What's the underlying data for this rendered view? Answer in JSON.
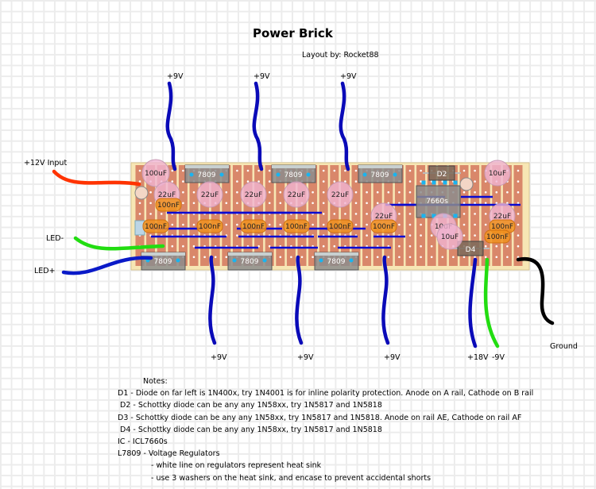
{
  "header": {
    "title": "Power Brick",
    "author": "Layout by:  Rocket88"
  },
  "wire_labels": {
    "input_12v": "+12V Input",
    "led_minus": "LED-",
    "led_plus": "LED+",
    "top_9v": [
      "+9V",
      "+9V",
      "+9V"
    ],
    "bottom_9v": [
      "+9V",
      "+9V",
      "+9V"
    ],
    "plus_18v": "+18V",
    "minus_9v": "-9V",
    "ground": "Ground"
  },
  "wire_colors": {
    "input": "#ff3300",
    "led_minus": "#22dd11",
    "led_plus": "#0a1ac8",
    "output_9v": "#0a0ab8",
    "plus_18v": "#0a0ab8",
    "minus_9v": "#22dd11",
    "ground": "#000000"
  },
  "board": {
    "regulators_top": [
      "7809",
      "7809",
      "7809"
    ],
    "regulators_bottom": [
      "7809",
      "7809",
      "7809"
    ],
    "ic": "7660s",
    "diodes": [
      "D2",
      "D4"
    ],
    "caps_electrolytic": [
      "100uF",
      "22uF",
      "22uF",
      "22uF",
      "22uF",
      "22uF",
      "22uF",
      "10uF",
      "10uF",
      "10uF",
      "22uF"
    ],
    "caps_ceramic": [
      "100nF",
      "100nF",
      "100nF",
      "100nF",
      "100nF",
      "100nF",
      "100nF",
      "100nF",
      "100nF"
    ],
    "colors": {
      "board": "#f7e6b4",
      "strip": "#d9876a",
      "regulator": "#8c8c8c",
      "ceramic": "#f0921e",
      "electrolytic": "#f0b4d2",
      "link": "#0a0ad2"
    }
  },
  "notes": {
    "heading": "Notes:",
    "lines": [
      "D1 - Diode on far left is 1N400x, try 1N4001 is for inline polarity protection. Anode on A rail, Cathode on B rail",
      " D2 - Schottky diode can be any any 1N58xx, try 1N5817 and 1N5818",
      "D3 - Schottky diode can be any any 1N58xx, try 1N5817 and 1N5818. Anode on rail AE, Cathode on rail AF",
      " D4 - Schottky diode can be any any 1N58xx, try 1N5817 and 1N5818",
      "IC - ICL7660s",
      "L7809 - Voltage Regulators",
      "- white line on regulators represent heat sink",
      "- use 3 washers on the heat sink, and encase to prevent accidental shorts"
    ]
  }
}
